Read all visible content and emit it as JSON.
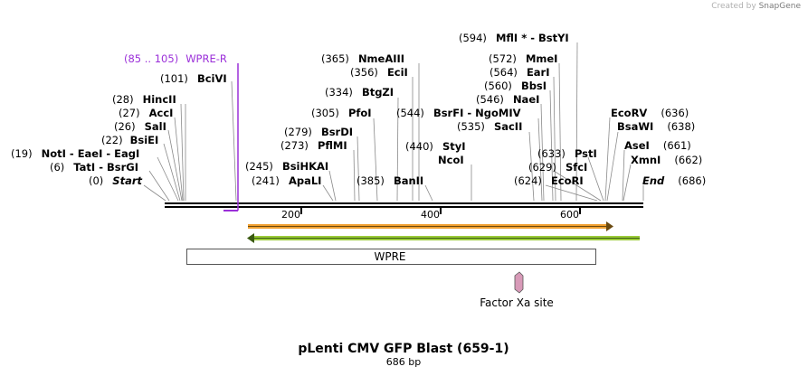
{
  "credit": {
    "prefix": "Created by",
    "brand": "SnapGene"
  },
  "title": "pLenti CMV GFP Blast (659-1)",
  "subtitle": "686 bp",
  "ruler": {
    "ticks": [
      "200",
      "400",
      "600"
    ]
  },
  "sites": [
    {
      "pos": "(0)",
      "name": "Start",
      "italic": true
    },
    {
      "pos": "(6)",
      "name": "TatI  -  BsrGI"
    },
    {
      "pos": "(19)",
      "name": "NotI  -  EaeI  -  EagI"
    },
    {
      "pos": "(22)",
      "name": "BsiEI"
    },
    {
      "pos": "(26)",
      "name": "SalI"
    },
    {
      "pos": "(27)",
      "name": "AccI"
    },
    {
      "pos": "(28)",
      "name": "HincII"
    },
    {
      "pos": "(101)",
      "name": "BciVI"
    },
    {
      "pos": "(85 .. 105)",
      "name": "WPRE-R",
      "primer": true
    },
    {
      "pos": "(241)",
      "name": "ApaLI"
    },
    {
      "pos": "(245)",
      "name": "BsiHKAI"
    },
    {
      "pos": "(273)",
      "name": "PflMI"
    },
    {
      "pos": "(279)",
      "name": "BsrDI"
    },
    {
      "pos": "(305)",
      "name": "PfoI"
    },
    {
      "pos": "(334)",
      "name": "BtgZI"
    },
    {
      "pos": "(356)",
      "name": "EciI"
    },
    {
      "pos": "(365)",
      "name": "NmeAIII"
    },
    {
      "pos": "(385)",
      "name": "BanII"
    },
    {
      "pos": "(440)",
      "name": "StyI"
    },
    {
      "pos": "",
      "name": "NcoI"
    },
    {
      "pos": "(544)",
      "name": "BsrFI  -  NgoMIV"
    },
    {
      "pos": "(535)",
      "name": "SacII"
    },
    {
      "pos": "(546)",
      "name": "NaeI"
    },
    {
      "pos": "(560)",
      "name": "BbsI"
    },
    {
      "pos": "(564)",
      "name": "EarI"
    },
    {
      "pos": "(572)",
      "name": "MmeI"
    },
    {
      "pos": "(594)",
      "name": "MflI *  -  BstYI"
    },
    {
      "pos": "(624)",
      "name": "EcoRI"
    },
    {
      "pos": "(629)",
      "name": "SfcI"
    },
    {
      "pos": "(633)",
      "name": "PstI"
    },
    {
      "pos": "(636)",
      "name": "EcoRV"
    },
    {
      "pos": "(638)",
      "name": "BsaWI"
    },
    {
      "pos": "(661)",
      "name": "AseI"
    },
    {
      "pos": "(662)",
      "name": "XmnI"
    },
    {
      "pos": "(686)",
      "name": "End",
      "italic": true
    }
  ],
  "features": {
    "wpre": "WPRE",
    "factor_xa": "Factor Xa site"
  },
  "colors": {
    "primer": "#9b30d9",
    "orange_arrow": "#f0a030",
    "green_arrow": "#9ccc3a",
    "factor_xa_fill": "#d89ab8"
  }
}
